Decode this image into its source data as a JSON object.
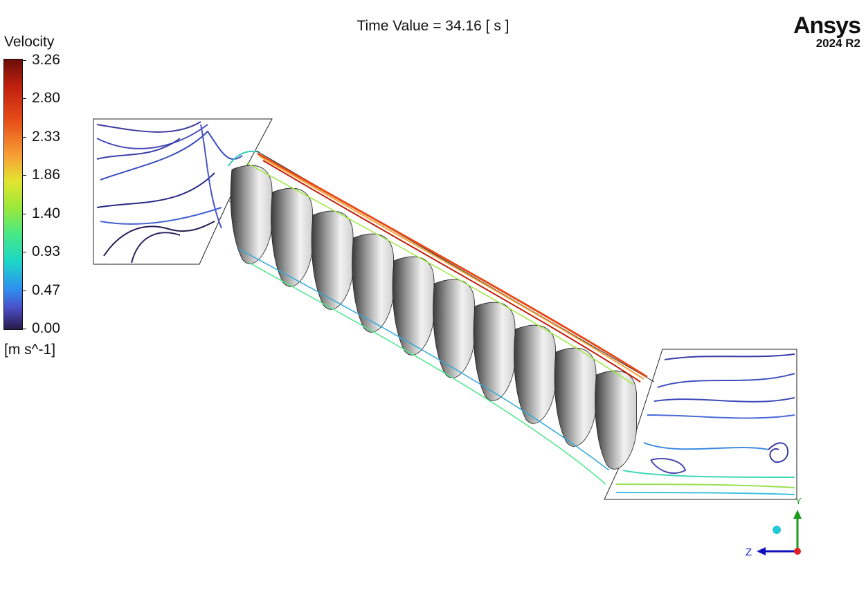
{
  "header": {
    "time_label": "Time Value = 34.16 [ s ]"
  },
  "logo": {
    "name": "Ansys",
    "version": "2024 R2"
  },
  "legend": {
    "title": "Velocity",
    "ticks": [
      "3.26",
      "2.80",
      "2.33",
      "1.86",
      "1.40",
      "0.93",
      "0.47",
      "0.00"
    ],
    "units": "[m s^-1]",
    "range": [
      0.0,
      3.26
    ]
  },
  "axes": {
    "y_label": "Y",
    "z_label": "Z",
    "colors": {
      "y": "#1a9a1a",
      "z": "#1010c0",
      "x": "#e02020"
    }
  }
}
